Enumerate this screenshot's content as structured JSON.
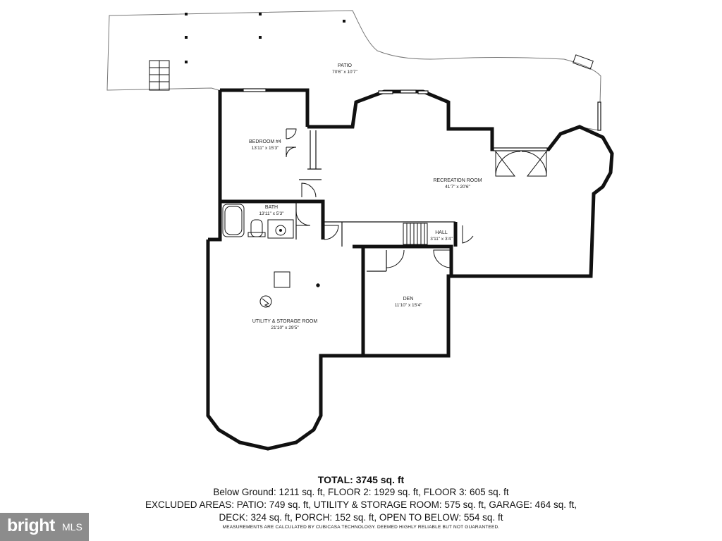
{
  "rooms": {
    "patio": {
      "name": "PATIO",
      "dims": "70'6\" x 10'7\""
    },
    "bedroom4": {
      "name": "BEDROOM #4",
      "dims": "13'11\" x 15'3\""
    },
    "bath": {
      "name": "BATH",
      "dims": "13'11\" x 5'3\""
    },
    "recreation": {
      "name": "RECREATION ROOM",
      "dims": "41'7\" x 20'6\""
    },
    "hall": {
      "name": "HALL",
      "dims": "3'11\" x 3'4\""
    },
    "den": {
      "name": "DEN",
      "dims": "11'10\" x 15'4\""
    },
    "utility": {
      "name": "UTILITY & STORAGE ROOM",
      "dims": "21'10\" x 29'5\""
    }
  },
  "summary": {
    "total": "TOTAL: 3745 sq. ft",
    "line1": "Below Ground: 1211 sq. ft, FLOOR 2: 1929 sq. ft, FLOOR 3: 605 sq. ft",
    "line2": "EXCLUDED AREAS: PATIO: 749 sq. ft, UTILITY & STORAGE ROOM: 575 sq. ft, GARAGE: 464 sq. ft,",
    "line3": "DECK: 324 sq. ft, PORCH: 152 sq. ft, OPEN TO BELOW: 554 sq. ft",
    "disclaimer": "MEASUREMENTS ARE CALCULATED BY CUBICASA TECHNOLOGY. DEEMED HIGHLY RELIABLE BUT NOT GUARANTEED."
  },
  "logo": {
    "brand": "bright",
    "suffix": "MLS"
  },
  "colors": {
    "wall": "#111111",
    "thin_line": "#777777",
    "logo_bg": "#8c8c8c"
  }
}
